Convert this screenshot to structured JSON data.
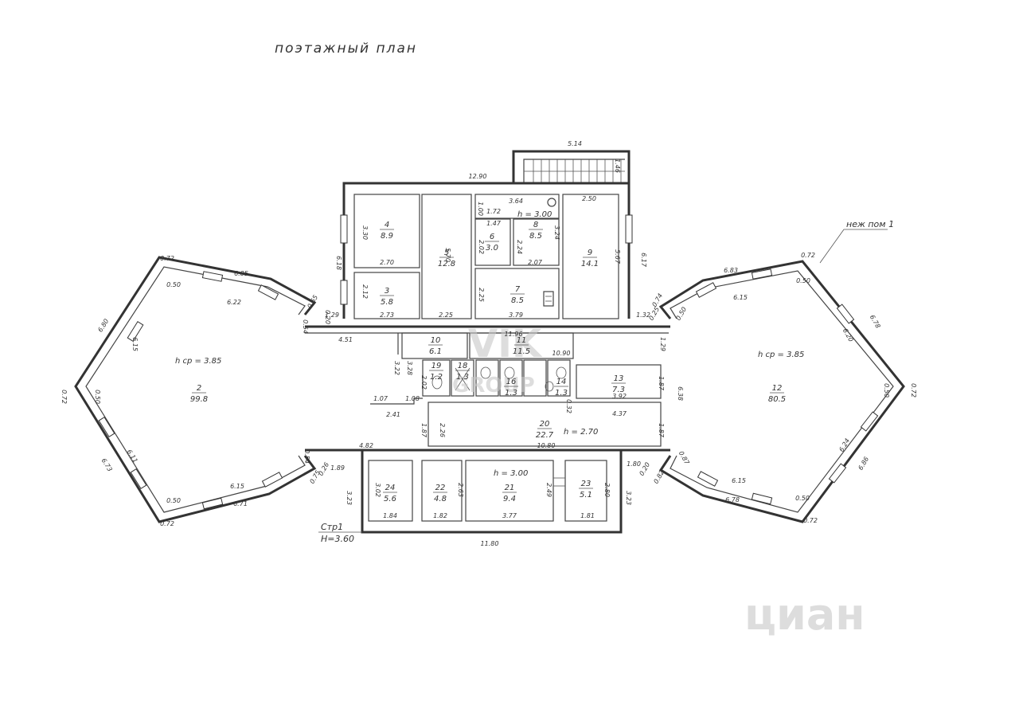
{
  "title": "поэтажный план",
  "stair_label": "Стр1",
  "floor_height": "H=3.60",
  "ref_label": "неж пом 1",
  "watermark_vik": "VIK",
  "watermark_group": "GROUP",
  "watermark_cian": "циан",
  "heights": {
    "room2": "h ср = 3.85",
    "room12": "h ср = 3.85",
    "top": "h = 3.00",
    "corridor": "h = 2.70",
    "room21": "h = 3.00"
  },
  "rooms": [
    {
      "num": "2",
      "area": "99.8"
    },
    {
      "num": "3",
      "area": "5.8"
    },
    {
      "num": "4",
      "area": "8.9"
    },
    {
      "num": "5",
      "area": "12.8"
    },
    {
      "num": "6",
      "area": "3.0"
    },
    {
      "num": "7",
      "area": "8.5"
    },
    {
      "num": "8",
      "area": "8.5"
    },
    {
      "num": "9",
      "area": "14.1"
    },
    {
      "num": "10",
      "area": "6.1"
    },
    {
      "num": "11",
      "area": "11.5"
    },
    {
      "num": "12",
      "area": "80.5"
    },
    {
      "num": "13",
      "area": "7.3"
    },
    {
      "num": "14",
      "area": "1.3"
    },
    {
      "num": "16",
      "area": "1.3"
    },
    {
      "num": "18",
      "area": "1.3"
    },
    {
      "num": "19",
      "area": "1.2"
    },
    {
      "num": "20",
      "area": "22.7"
    },
    {
      "num": "21",
      "area": "9.4"
    },
    {
      "num": "22",
      "area": "4.8"
    },
    {
      "num": "23",
      "area": "5.1"
    },
    {
      "num": "24",
      "area": "5.6"
    }
  ],
  "dimensions": [
    "5.14",
    "1.46",
    "12.90",
    "3.64",
    "1.00",
    "1.72",
    "2.50",
    "1.47",
    "3.30",
    "2.02",
    "2.24",
    "3.24",
    "5.67",
    "6.17",
    "6.18",
    "2.70",
    "5.70",
    "2.07",
    "2.12",
    "2.25",
    "2.73",
    "2.25",
    "3.79",
    "1.29",
    "0.54",
    "0.20",
    "0.65",
    "4.51",
    "11.96",
    "10.90",
    "0.72",
    "6.85",
    "0.50",
    "6.22",
    "6.80",
    "6.15",
    "0.72",
    "0.50",
    "6.73",
    "6.11",
    "6.15",
    "0.50",
    "6.71",
    "0.72",
    "0.54",
    "0.26",
    "0.75",
    "3.22",
    "3.28",
    "2.02",
    "1.07",
    "1.08",
    "2.41",
    "1.87",
    "2.26",
    "0.32",
    "3.92",
    "1.87",
    "4.37",
    "1.87",
    "6.38",
    "1.29",
    "1.32",
    "0.74",
    "0.25",
    "4.82",
    "1.89",
    "10.80",
    "1.80",
    "0.20",
    "0.82",
    "3.23",
    "3.02",
    "1.84",
    "1.82",
    "2.63",
    "2.49",
    "3.77",
    "2.80",
    "1.81",
    "3.23",
    "11.80",
    "6.83",
    "0.72",
    "0.50",
    "6.15",
    "6.78",
    "6.20",
    "0.72",
    "0.50",
    "6.24",
    "6.86",
    "0.87",
    "6.15",
    "6.78",
    "0.50",
    "0.72",
    "0.50"
  ]
}
